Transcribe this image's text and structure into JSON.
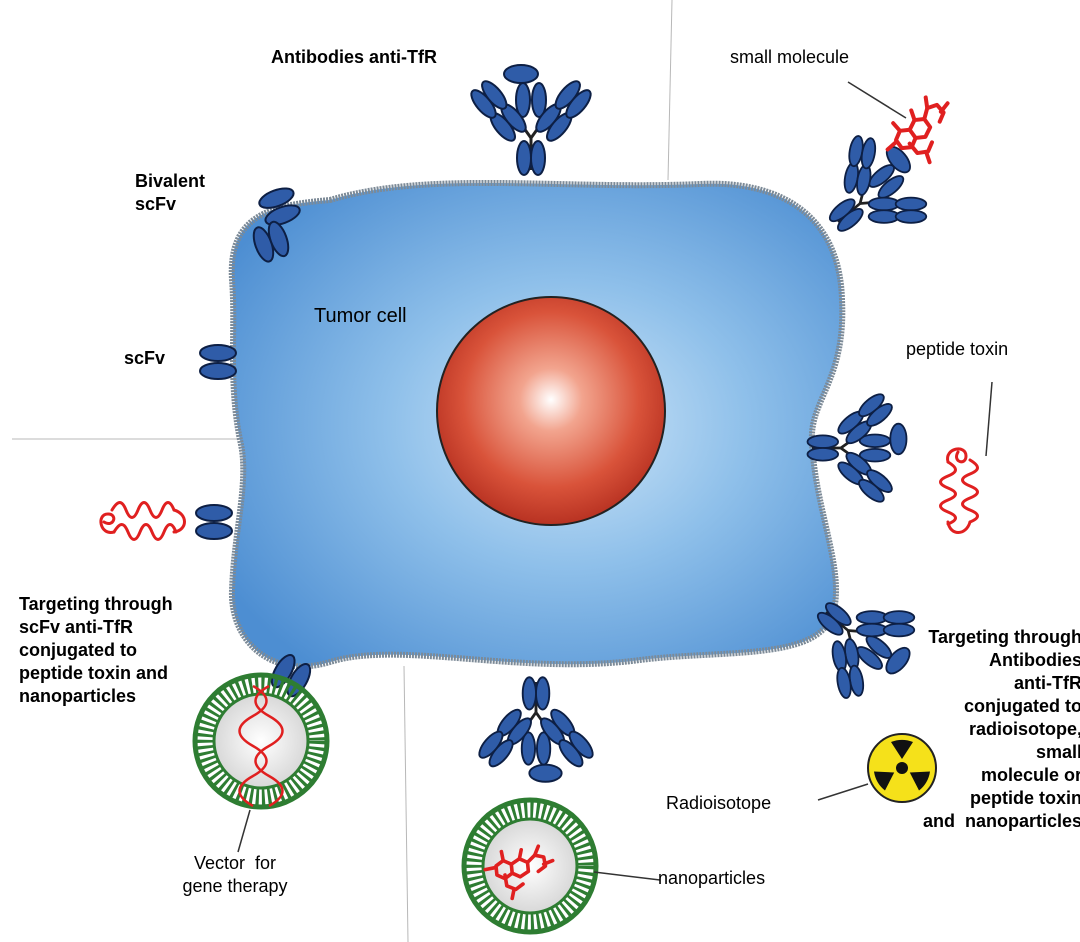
{
  "labels": {
    "antibodies": "Antibodies anti-TfR",
    "small_molecule": "small molecule",
    "bivalent": "Bivalent\nscFv",
    "tumor": "Tumor cell",
    "scfv": "scFv",
    "peptide_toxin": "peptide toxin",
    "targeting_left": "Targeting through\nscFv anti-TfR\nconjugated to\npeptide toxin and\nnanoparticles",
    "targeting_right": "Targeting through\nAntibodies\nanti-TfR\nconjugated to\nradioisotope,\nsmall\nmolecule or\npeptide toxin\nand  nanoparticles",
    "radioisotope": "Radioisotope",
    "vector": "Vector  for\ngene therapy",
    "nanoparticles": "nanoparticles"
  },
  "colors": {
    "cell_fill": "#5b9bd5",
    "nucleus": "#c0392b",
    "antibody": "#2f5ca8",
    "antibody_outline": "#0d1f44",
    "payload_red": "#e02020",
    "nanoparticle_ring": "#2e7d32",
    "radiation_yellow": "#f5e11a"
  },
  "icons": [
    "antibody-icon",
    "scfv-icon",
    "radiation-icon",
    "nanoparticle-icon",
    "dna-icon",
    "peptide-icon",
    "molecule-icon"
  ]
}
